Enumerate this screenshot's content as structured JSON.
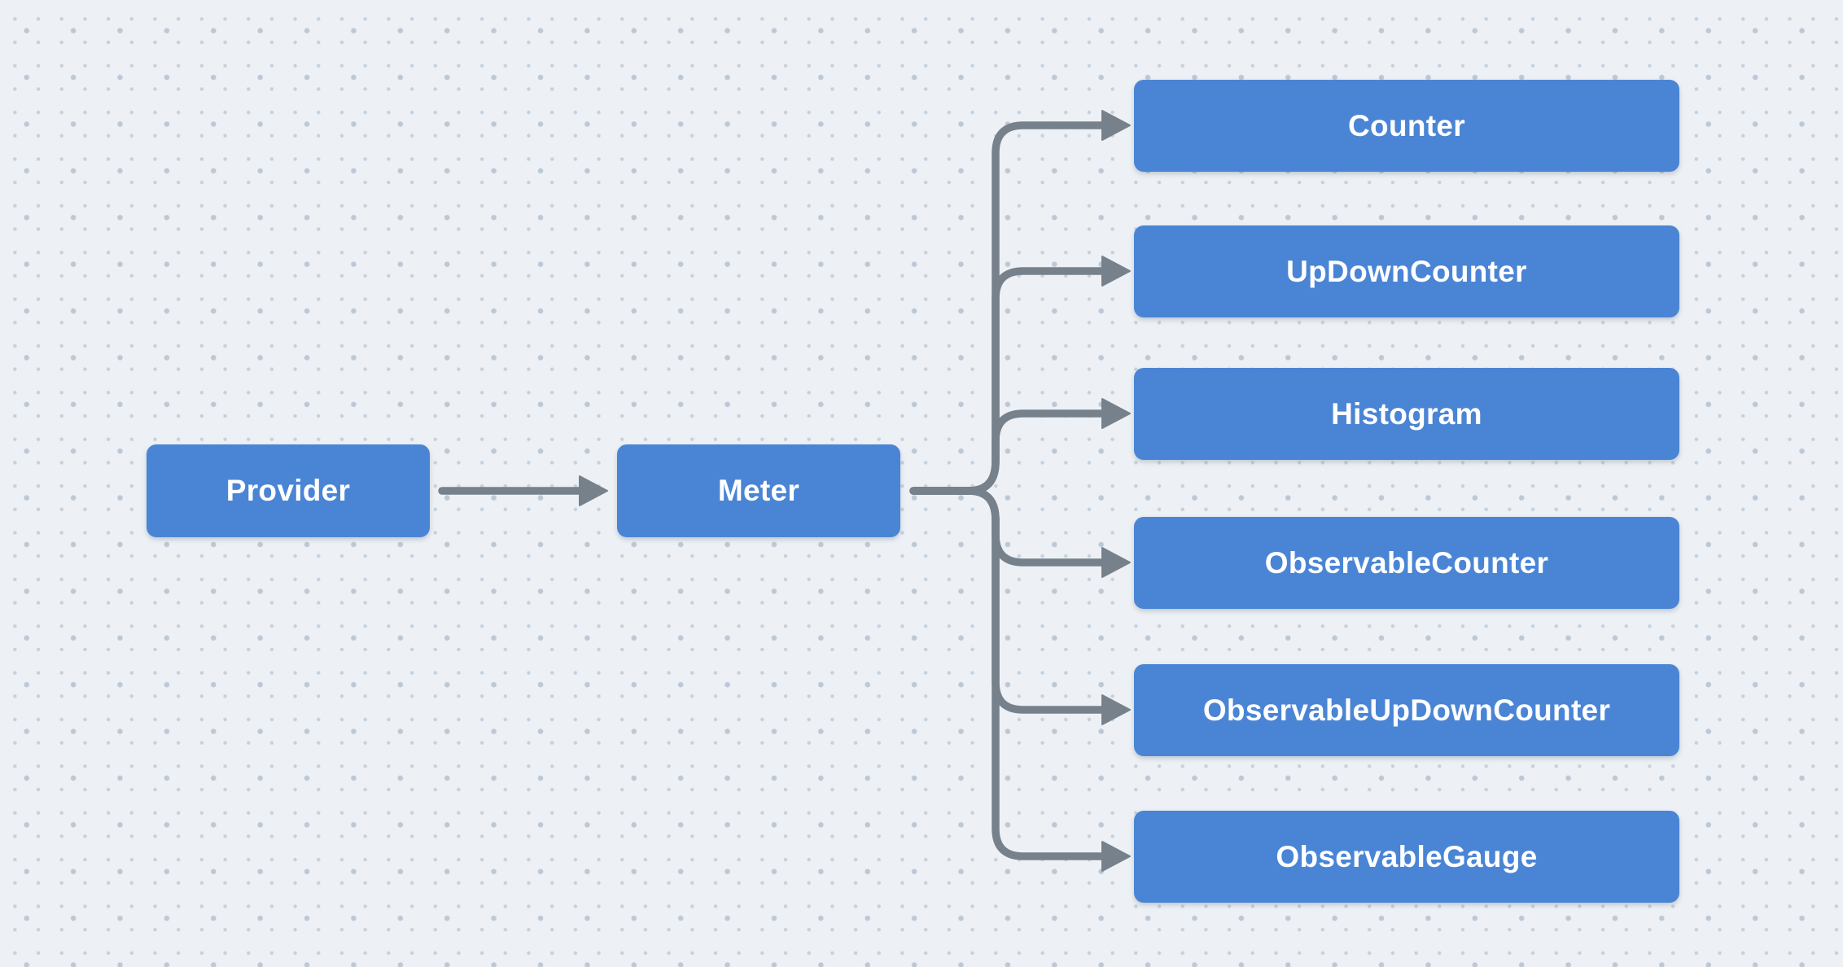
{
  "colors": {
    "background": "#EDF1F5",
    "dot_small": "#C7D0DB",
    "dot_large": "#BCC8D6",
    "box_fill": "#4A85D5",
    "box_text": "#FFFFFF",
    "connector": "#76818C"
  },
  "diagram": {
    "provider": {
      "label": "Provider"
    },
    "meter": {
      "label": "Meter"
    },
    "instruments": [
      {
        "label": "Counter"
      },
      {
        "label": "UpDownCounter"
      },
      {
        "label": "Histogram"
      },
      {
        "label": "ObservableCounter"
      },
      {
        "label": "ObservableUpDownCounter"
      },
      {
        "label": "ObservableGauge"
      }
    ]
  }
}
